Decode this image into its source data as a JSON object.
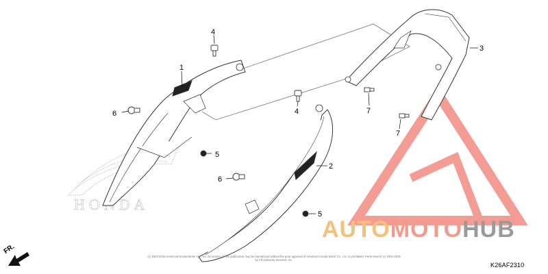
{
  "diagram": {
    "code": "K26AF2310",
    "direction_label": "FR.",
    "copyright_text": "(c) 2003-2019 American Honda Motor Co., Inc. No portion of this publication may be reproduced without the prior approval of American Honda Motor Co., Inc. is prohibited. Parts Search (c) 2004-2019 by ARI Network Services, Inc.",
    "background_logo": "HONDA",
    "callouts": [
      {
        "id": "1",
        "label": "1"
      },
      {
        "id": "2",
        "label": "2"
      },
      {
        "id": "3",
        "label": "3"
      },
      {
        "id": "4a",
        "label": "4"
      },
      {
        "id": "4b",
        "label": "4"
      },
      {
        "id": "5a",
        "label": "5"
      },
      {
        "id": "5b",
        "label": "5"
      },
      {
        "id": "6a",
        "label": "6"
      },
      {
        "id": "6b",
        "label": "6"
      },
      {
        "id": "7a",
        "label": "7"
      },
      {
        "id": "7b",
        "label": "7"
      }
    ]
  },
  "watermark": {
    "part1": "AUTO",
    "part2": "MOTO",
    "part3": "HUB",
    "colors": {
      "auto": "#f5c07a",
      "moto": "#f39a8d",
      "hub": "#9a9a9a",
      "triangle": "#f28b82"
    }
  }
}
